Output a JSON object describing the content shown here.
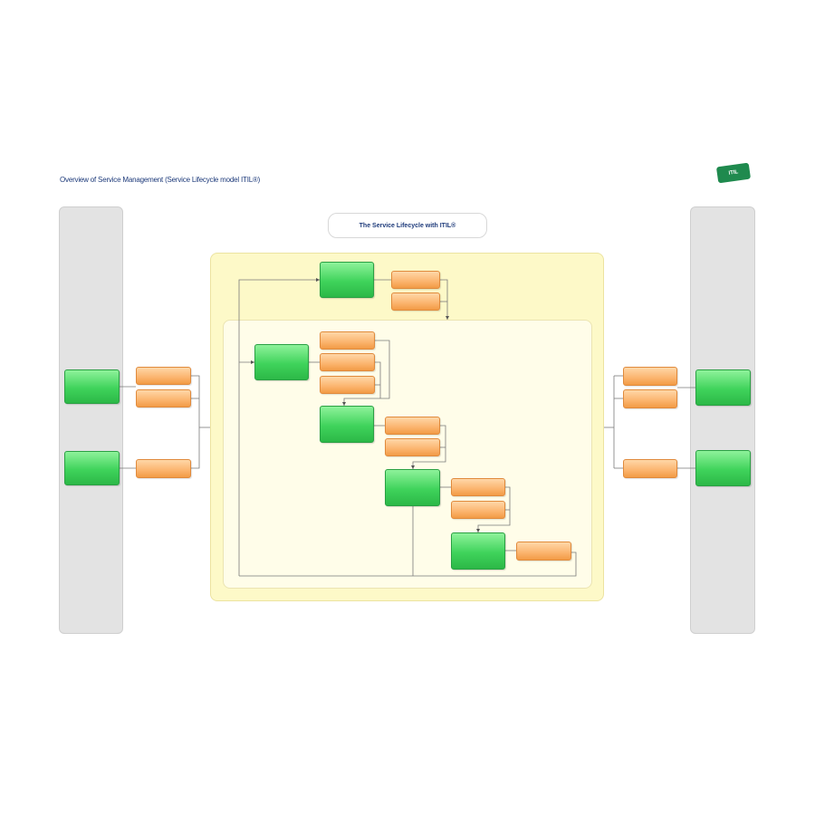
{
  "document": {
    "title": "Overview of Service Management (Service Lifecycle model ITIL®)",
    "logo_text": "ITIL"
  },
  "diagram": {
    "title": "The Service Lifecycle with ITIL®"
  },
  "colors": {
    "process_green": "#3fd35b",
    "subprocess_orange": "#fbb46e",
    "lane_gray": "#e3e3e3",
    "container_yellow": "#fdf9c8"
  }
}
